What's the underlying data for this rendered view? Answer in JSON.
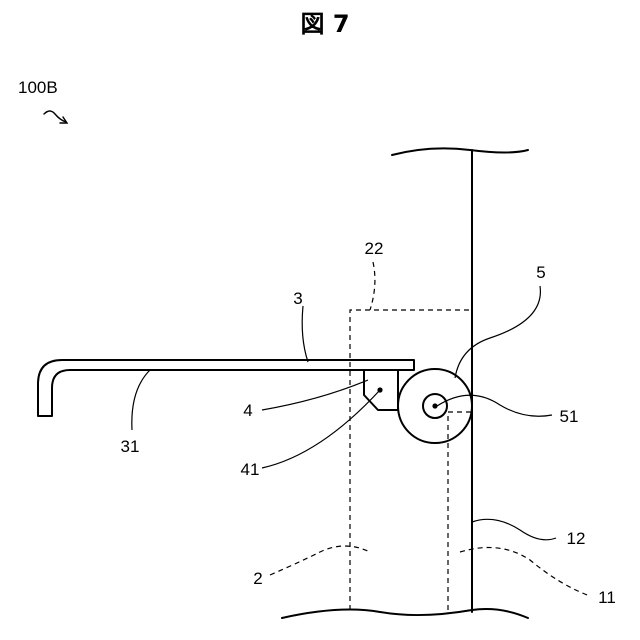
{
  "figure": {
    "title": "図 7",
    "assembly_label": "100B",
    "labels": {
      "l2": "2",
      "l3": "3",
      "l4": "4",
      "l5": "5",
      "l11": "11",
      "l12": "12",
      "l22": "22",
      "l31": "31",
      "l41": "41",
      "l51": "51"
    }
  }
}
